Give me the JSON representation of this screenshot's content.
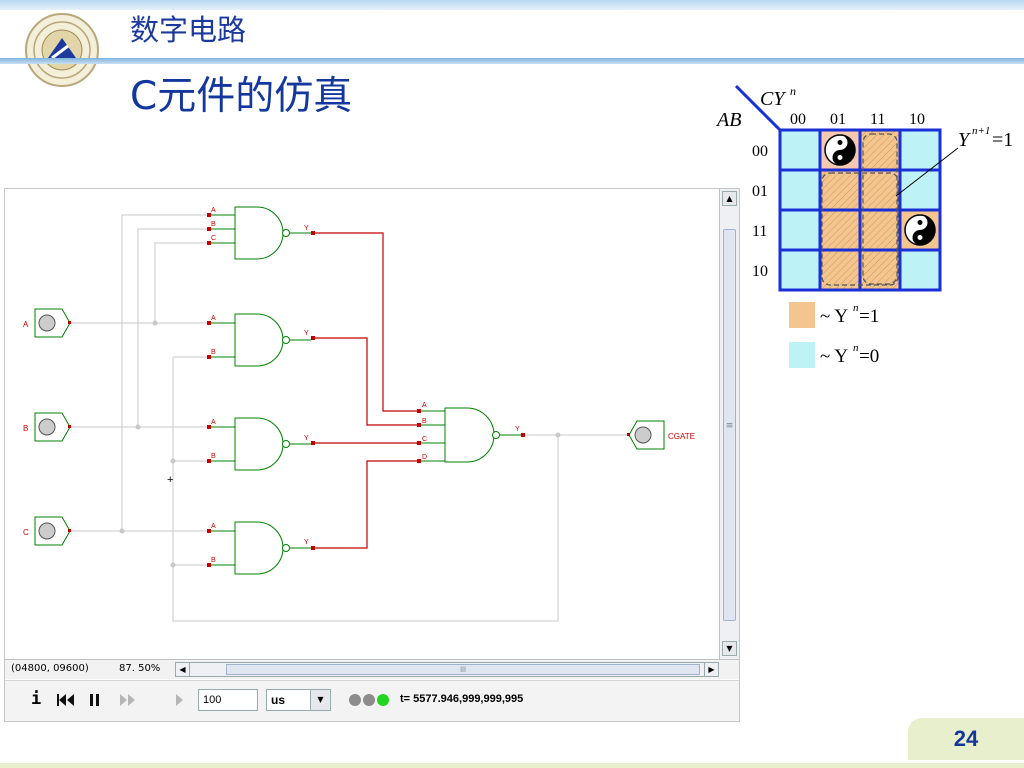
{
  "header": {
    "course_title": "数字电路",
    "slide_title": "C元件的仿真",
    "page_number": "24"
  },
  "colors": {
    "title_blue": "#13379c",
    "wire_red": "#c00000",
    "gate_green": "#008000",
    "kmap_cell": "#bdf3f7",
    "kmap_grid": "#1a2fd6",
    "kmap_fill": "#f4c58f"
  },
  "kmap": {
    "corner_row_label": "AB",
    "corner_col_label": "CY",
    "corner_col_sup": "n",
    "columns": [
      "00",
      "01",
      "11",
      "10"
    ],
    "rows": [
      "00",
      "01",
      "11",
      "10"
    ],
    "equation_lhs": "Y",
    "equation_sup": "n+1",
    "equation_rhs": "=1",
    "legend": [
      {
        "prefix": "~ Y",
        "sup": "n",
        "suffix": "=1",
        "color": "#f4c58f"
      },
      {
        "prefix": "~ Y",
        "sup": "n",
        "suffix": "=0",
        "color": "#bdf3f7"
      }
    ]
  },
  "simulator": {
    "inputs": [
      "A",
      "B",
      "C"
    ],
    "output": "CGATE",
    "gate_pins_3": [
      "A",
      "B",
      "C"
    ],
    "gate_pins_2": [
      "A",
      "B"
    ],
    "gate_pins_4": [
      "A",
      "B",
      "C",
      "D"
    ],
    "gate_output_pin": "Y",
    "cursor_glyph": "+",
    "coordinates": "(04800, 09600)",
    "zoom": "87. 50%",
    "step_value": "100",
    "time_unit": "us",
    "time_readout": "t= 5577.946,999,999,995",
    "info_icon": "i",
    "scroll_grip": "≡",
    "hscroll_grip": "lll"
  }
}
